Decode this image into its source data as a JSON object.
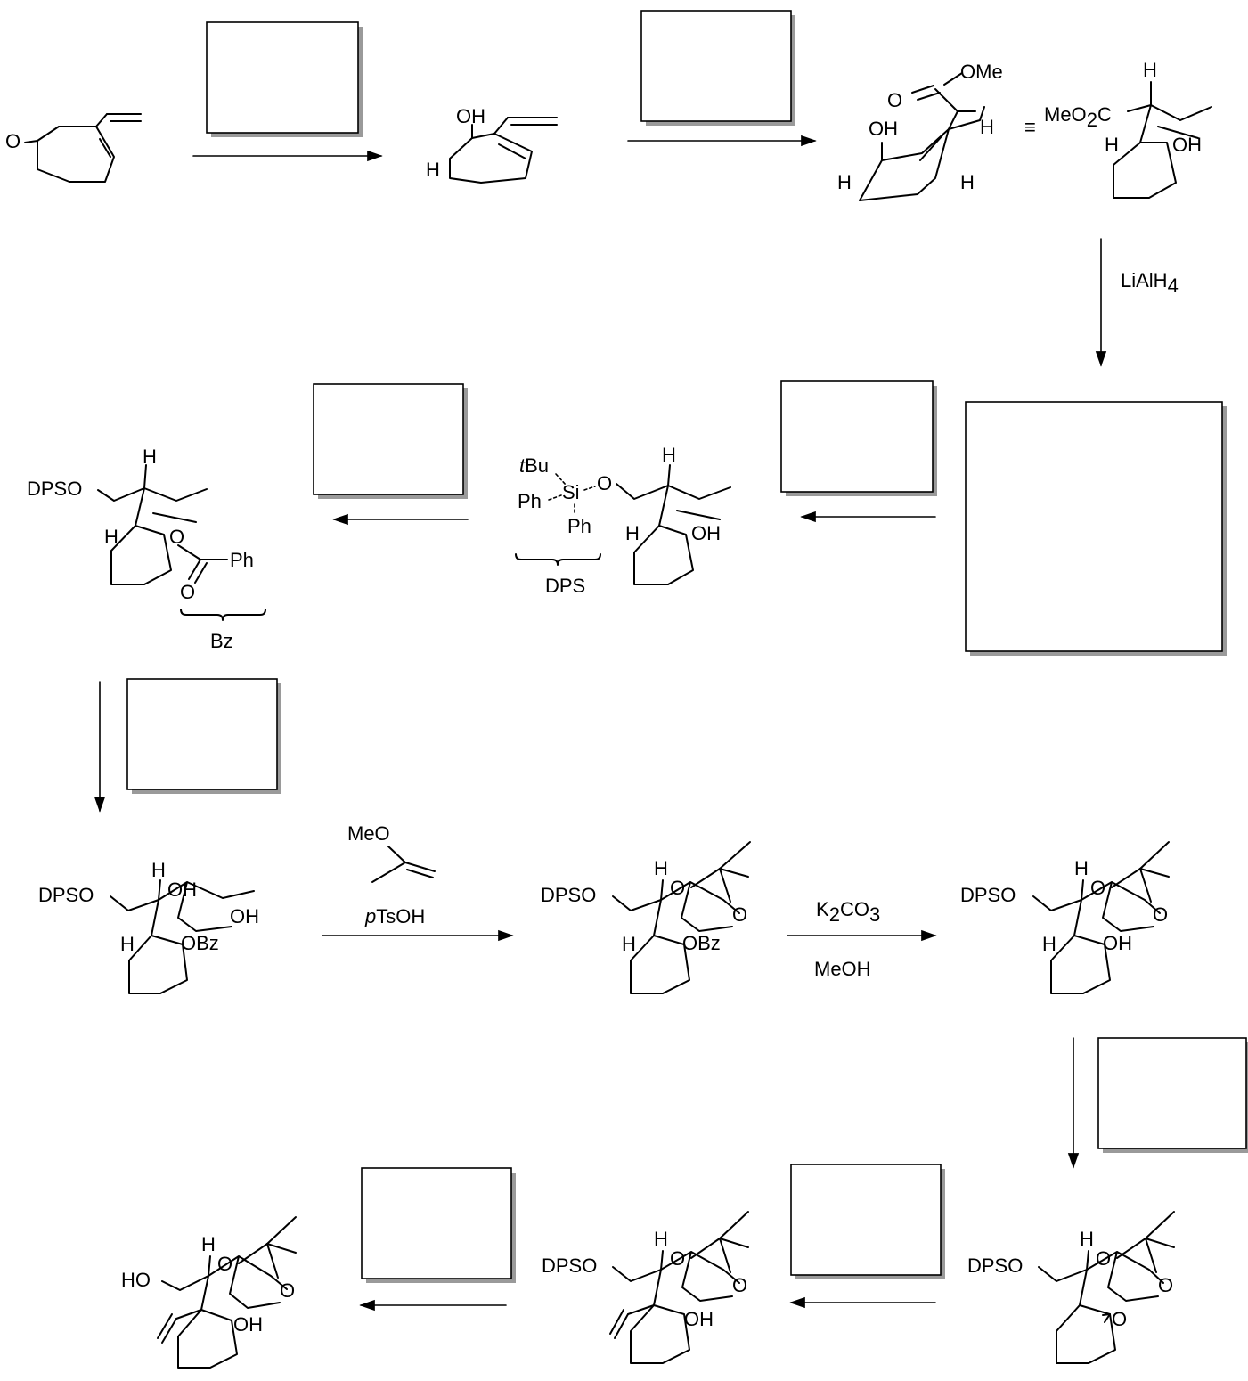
{
  "reagents": {
    "step1": "",
    "step2": "",
    "step3": "LiAlH",
    "step3_sub": "4",
    "step4": "",
    "step5": "",
    "step6": "",
    "step7_top": "MeO",
    "step7_bottom_italic": "p",
    "step7_bottom": "TsOH",
    "step8_top_a": "K",
    "step8_top_sub1": "2",
    "step8_top_b": "CO",
    "step8_top_sub2": "3",
    "step8_bottom": "MeOH",
    "step9": "",
    "step10": "",
    "step11": ""
  },
  "atoms": {
    "O": "O",
    "OH": "OH",
    "H": "H",
    "OMe": "OMe",
    "MeO2C_a": "MeO",
    "MeO2C_sub": "2",
    "MeO2C_b": "C",
    "equiv": "≡",
    "DPSO": "DPSO",
    "Ph": "Ph",
    "Si": "Si",
    "tBu_t": "t",
    "tBu": "Bu",
    "OBz": "OBz",
    "HO": "HO"
  },
  "groups": {
    "DPS": "DPS",
    "Bz": "Bz"
  }
}
